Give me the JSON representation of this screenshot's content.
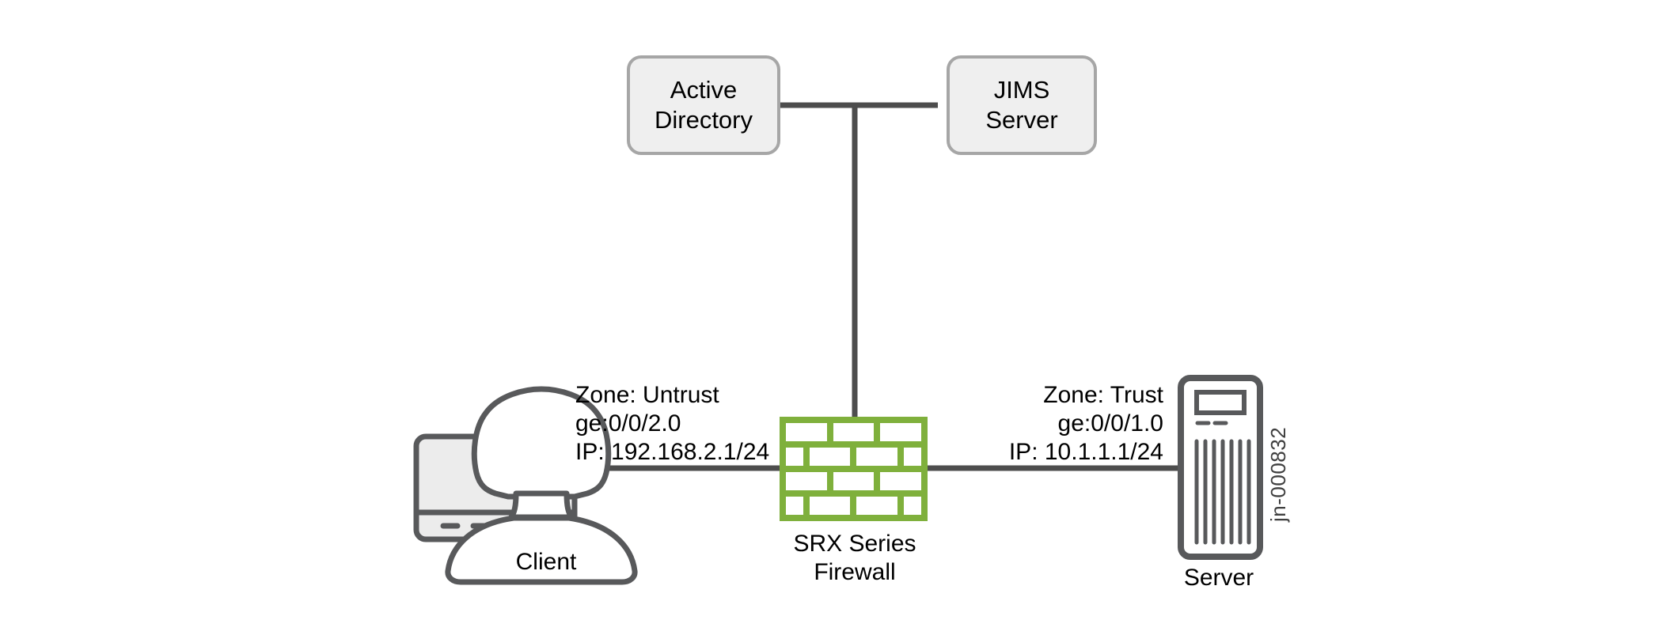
{
  "diagram": {
    "title": "SRX Series firewall with JIMS and Active Directory topology",
    "colors": {
      "line": "#4d4d4d",
      "box_fill": "#efefef",
      "box_border": "#a6a6a6",
      "firewall_green": "#7fb03c",
      "icon_stroke": "#58595b",
      "screen_fill": "#ececec",
      "text": "#000000"
    },
    "nodes": {
      "active_directory": {
        "label": "Active\nDirectory"
      },
      "jims_server": {
        "label": "JIMS\nServer"
      },
      "firewall": {
        "label": "SRX Series\nFirewall",
        "icon": "brick-wall-icon"
      },
      "client": {
        "label": "Client",
        "icon": "user-workstation-icon"
      },
      "server": {
        "label": "Server",
        "icon": "server-tower-icon"
      }
    },
    "annotations": {
      "untrust": {
        "zone": "Zone: Untrust",
        "interface": "ge:0/0/2.0",
        "ip": "IP: 192.168.2.1/24"
      },
      "trust": {
        "zone": "Zone: Trust",
        "interface": "ge:0/0/1.0",
        "ip": "IP: 10.1.1.1/24"
      }
    },
    "watermark": "jn-000832"
  }
}
